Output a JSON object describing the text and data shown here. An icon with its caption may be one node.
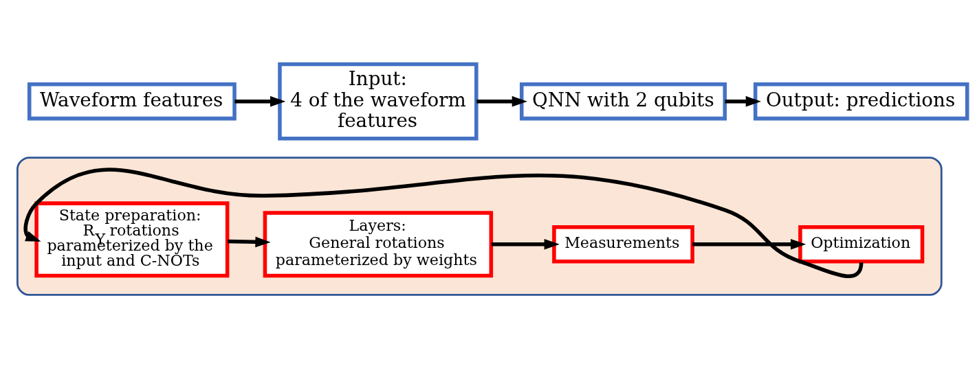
{
  "diagram": {
    "nodes": [
      {
        "text": [
          "Waveform features"
        ]
      },
      {
        "text": [
          "Input:",
          "4 of the waveform features"
        ]
      },
      {
        "text": [
          "QNN with 2 qubits"
        ]
      },
      {
        "text": [
          "Output: predictions"
        ]
      },
      {
        "text": [],
        "shape": "box"
      },
      {
        "text": [
          "State preparation:",
          "R$_{Y}$ rotations parameterized by the input and C-NOTs"
        ],
        "in": 4
      },
      {
        "text": [
          "Layers:",
          "General rotations parameterized by weights"
        ],
        "in": 4
      },
      {
        "text": [
          "Measurements"
        ],
        "in": 4
      },
      {
        "text": [
          "Optimization"
        ],
        "in": 4
      }
    ],
    "edges": [
      {
        "from": 0,
        "to": 1,
        "arrow": "to"
      },
      {
        "from": 1,
        "to": 2,
        "arrow": "to"
      },
      {
        "from": 2,
        "to": 3,
        "arrow": "to"
      },
      {
        "from": 5,
        "to": 6,
        "arrow": "to"
      },
      {
        "from": 6,
        "to": 7,
        "arrow": "to"
      },
      {
        "from": 7,
        "to": 8,
        "arrow": "to"
      },
      {
        "from": 8,
        "to": 5,
        "arrow": "to"
      }
    ]
  }
}
